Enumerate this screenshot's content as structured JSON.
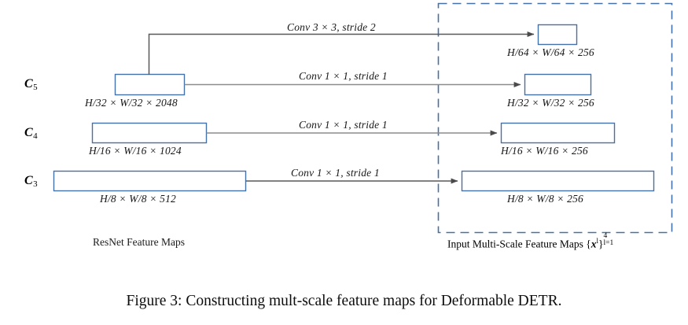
{
  "figure": {
    "caption": "Figure 3: Constructing mult-scale feature maps for Deformable DETR."
  },
  "colors": {
    "box_border": "#4472a8",
    "arrow": "#595959",
    "dashed_border": "#4472a8",
    "text": "#111111",
    "background": "#ffffff"
  },
  "groups": {
    "left_caption": "ResNet Feature Maps",
    "right_caption_prefix": "Input Multi-Scale Feature Maps",
    "right_caption_set_open": "{",
    "right_caption_set_var": "x",
    "right_caption_set_sup": "l",
    "right_caption_set_close": "}",
    "right_caption_set_upper": "4",
    "right_caption_set_lower": "l=1"
  },
  "stages": [
    {
      "name": "C",
      "index": "5"
    },
    {
      "name": "C",
      "index": "4"
    },
    {
      "name": "C",
      "index": "3"
    }
  ],
  "backbone_boxes": [
    {
      "id": "c5-box",
      "dim": "H/32 × W/32 × 2048"
    },
    {
      "id": "c4-box",
      "dim": "H/16 × W/16 × 1024"
    },
    {
      "id": "c3-box",
      "dim": "H/8 × W/8 × 512"
    }
  ],
  "output_boxes": [
    {
      "id": "p6-box",
      "dim": "H/64 × W/64 × 256"
    },
    {
      "id": "p5-box",
      "dim": "H/32 × W/32 × 256"
    },
    {
      "id": "p4-box",
      "dim": "H/16 × W/16 × 256"
    },
    {
      "id": "p3-box",
      "dim": "H/8 × W/8 × 256"
    }
  ],
  "operations": [
    {
      "id": "op-conv3x3-s2",
      "label": "Conv 3 × 3, stride 2"
    },
    {
      "id": "op-conv1x1-s1-c5",
      "label": "Conv 1 × 1, stride 1"
    },
    {
      "id": "op-conv1x1-s1-c4",
      "label": "Conv 1 × 1, stride 1"
    },
    {
      "id": "op-conv1x1-s1-c3",
      "label": "Conv 1 × 1, stride 1"
    }
  ]
}
